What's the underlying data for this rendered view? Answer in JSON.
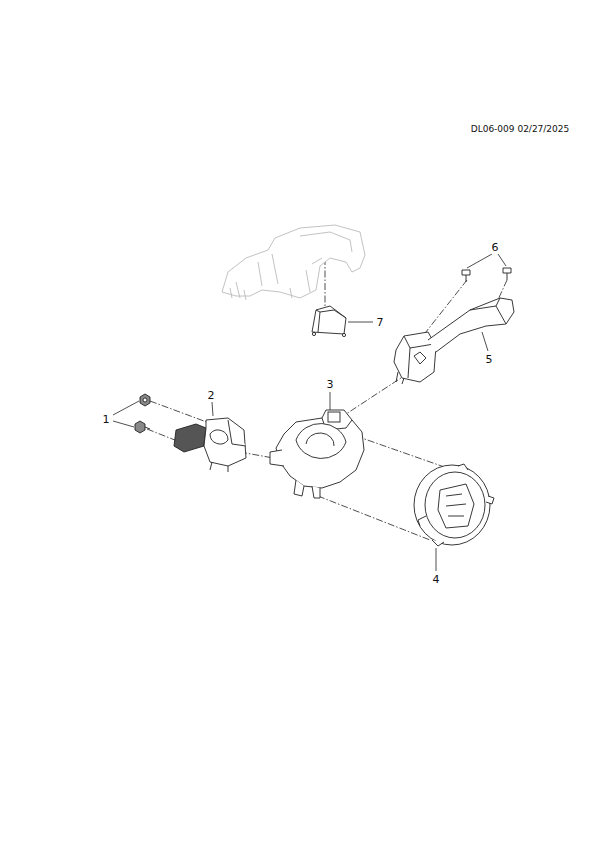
{
  "diagram": {
    "labels": [
      "DL06-009 02/27/2025",
      "1",
      "2",
      "3",
      "4",
      "5",
      "6",
      "7"
    ]
  }
}
